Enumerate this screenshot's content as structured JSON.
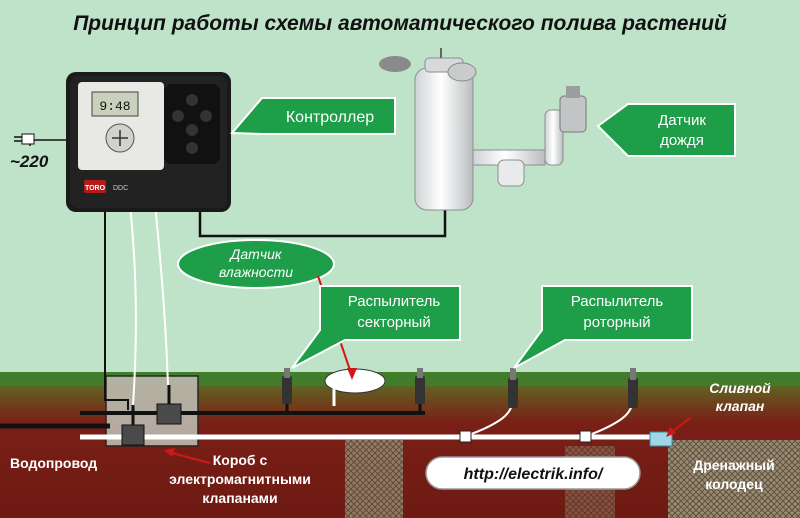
{
  "title": "Принцип работы схемы автоматического полива растений",
  "labels": {
    "controller": "Контроллер",
    "rain_sensor": [
      "Датчик",
      "дождя"
    ],
    "humidity_sensor": [
      "Датчик",
      "влажности"
    ],
    "sprinkler_sector": [
      "Распылитель",
      "секторный"
    ],
    "sprinkler_rotor": [
      "Распылитель",
      "роторный"
    ],
    "drain_valve": [
      "Сливной",
      "клапан"
    ],
    "water_supply": "Водопровод",
    "valve_box": [
      "Короб с",
      "электромагнитными",
      "клапанами"
    ],
    "drain_well": [
      "Дренажный",
      "колодец"
    ],
    "url": "http://electrik.info/",
    "power": "~220"
  },
  "device": {
    "brand": "TORO",
    "model": "DDC",
    "display": "9:48"
  },
  "colors": {
    "background": "#bfe3c8",
    "callout_green": "#1e9e48",
    "soil": "#7a1f16",
    "grass": "#3f7d2a",
    "pipe": "#ffffff",
    "drain_valve": "#9fd7e8"
  }
}
